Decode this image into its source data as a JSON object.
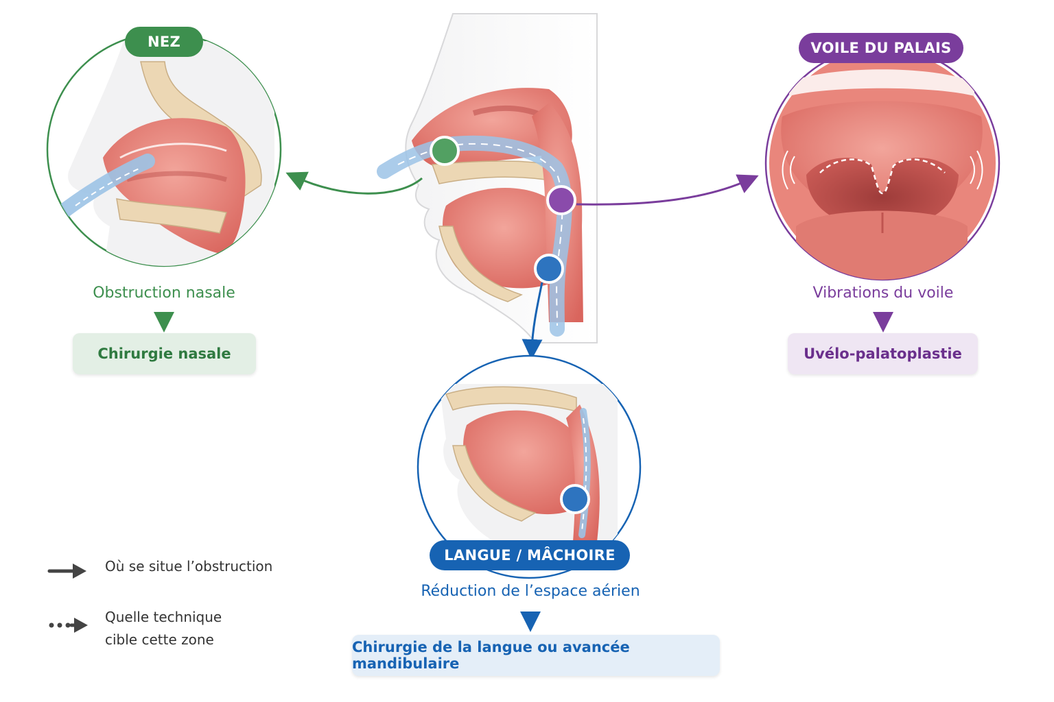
{
  "colors": {
    "green": "#3d8f4e",
    "purple": "#7a3d9c",
    "blue": "#1763b3",
    "green_box": "#e3efe5",
    "purple_box": "#efe6f3",
    "blue_box": "#e4eef8",
    "tissue": "#e2776e",
    "bone": "#ecd7b4"
  },
  "nose": {
    "label": "NEZ",
    "finding": "Obstruction nasale",
    "treatment": "Chirurgie nasale"
  },
  "palate": {
    "label": "VOILE DU PALAIS",
    "finding": "Vibrations du voile",
    "treatment": "Uvélo-palatoplastie"
  },
  "tongue": {
    "label": "LANGUE / MÂCHOIRE",
    "finding": "Réduction de l’espace aérien",
    "treatment": "Chirurgie de la langue ou avancée mandibulaire"
  },
  "legend": {
    "solid": "Où se situe l’obstruction",
    "dotted_line1": "Quelle technique",
    "dotted_line2": "cible cette zone"
  }
}
